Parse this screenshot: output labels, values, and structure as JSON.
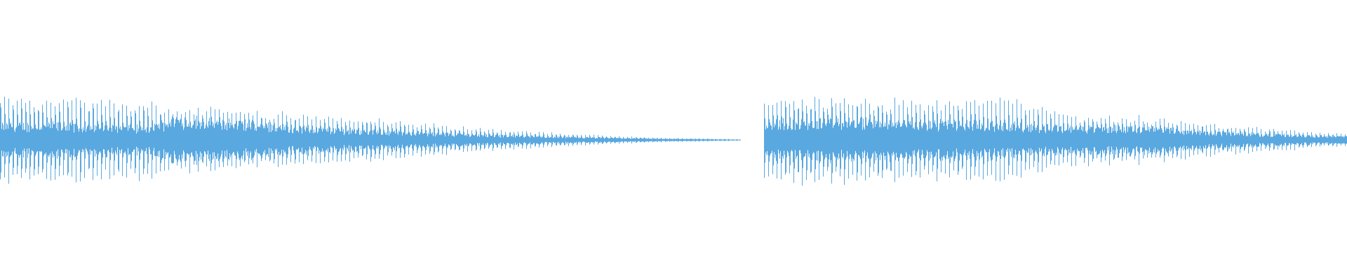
{
  "waveform": {
    "color": "#5aa8e0",
    "background": "#ffffff",
    "segments": [
      {
        "name": "segment-1",
        "start_fraction": 0.0,
        "end_fraction": 0.55,
        "envelope": [
          {
            "t": 0.0,
            "peak": 0.8,
            "body": 0.32
          },
          {
            "t": 0.07,
            "peak": 0.78,
            "body": 0.3
          },
          {
            "t": 0.11,
            "peak": 0.72,
            "body": 0.24
          },
          {
            "t": 0.13,
            "peak": 0.62,
            "body": 0.44
          },
          {
            "t": 0.18,
            "peak": 0.55,
            "body": 0.35
          },
          {
            "t": 0.22,
            "peak": 0.52,
            "body": 0.24
          },
          {
            "t": 0.28,
            "peak": 0.4,
            "body": 0.18
          },
          {
            "t": 0.35,
            "peak": 0.24,
            "body": 0.11
          },
          {
            "t": 0.42,
            "peak": 0.12,
            "body": 0.06
          },
          {
            "t": 0.48,
            "peak": 0.05,
            "body": 0.03
          },
          {
            "t": 0.55,
            "peak": 0.015,
            "body": 0.01
          }
        ]
      },
      {
        "name": "segment-2",
        "start_fraction": 0.567,
        "end_fraction": 1.0,
        "envelope": [
          {
            "t": 0.567,
            "peak": 0.82,
            "body": 0.36
          },
          {
            "t": 0.62,
            "peak": 0.8,
            "body": 0.38
          },
          {
            "t": 0.68,
            "peak": 0.76,
            "body": 0.36
          },
          {
            "t": 0.75,
            "peak": 0.74,
            "body": 0.32
          },
          {
            "t": 0.8,
            "peak": 0.48,
            "body": 0.24
          },
          {
            "t": 0.85,
            "peak": 0.44,
            "body": 0.26
          },
          {
            "t": 0.9,
            "peak": 0.3,
            "body": 0.16
          },
          {
            "t": 0.95,
            "peak": 0.2,
            "body": 0.11
          },
          {
            "t": 1.0,
            "peak": 0.12,
            "body": 0.07
          }
        ]
      }
    ]
  }
}
